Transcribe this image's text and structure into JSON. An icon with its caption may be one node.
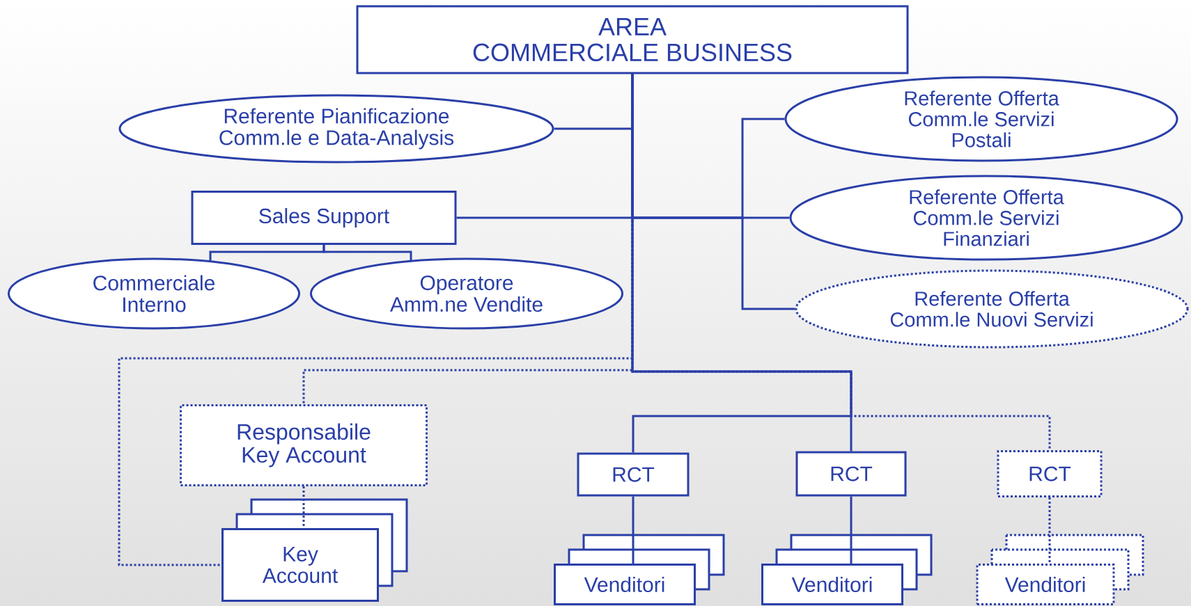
{
  "diagram": {
    "nodes": [
      {
        "text": [
          "AREA",
          "COMMERCIALE BUSINESS"
        ]
      },
      {
        "text": [
          "Referente Pianificazione Comm.le e Data-Analysis"
        ]
      },
      {
        "text": [
          "Sales Support"
        ]
      },
      {
        "text": [
          "Commerciale Interno"
        ]
      },
      {
        "text": [
          "Operatore Amm.ne Vendite"
        ]
      },
      {
        "text": [
          "Referente Offerta Comm.le Servizi Postali"
        ]
      },
      {
        "text": [
          "Referente Offerta Comm.le Servizi Finanziari"
        ]
      },
      {
        "text": [
          "Referente Offerta Comm.le Nuovi Servizi"
        ]
      },
      {
        "text": [
          "Responsabile Key Account"
        ]
      },
      {
        "text": [
          "Key Account"
        ]
      },
      {
        "text": [
          "RCT"
        ]
      },
      {
        "text": [
          "RCT"
        ]
      },
      {
        "text": [
          "RCT"
        ]
      },
      {
        "text": [
          "Venditori"
        ]
      },
      {
        "text": [
          "Venditori"
        ]
      },
      {
        "text": [
          "Venditori"
        ]
      }
    ],
    "edges": [
      {
        "from": 0,
        "to": 1,
        "arrow": "none"
      },
      {
        "from": 0,
        "to": 2,
        "arrow": "none"
      },
      {
        "from": 0,
        "to": 5,
        "arrow": "none"
      },
      {
        "from": 0,
        "to": 6,
        "arrow": "none"
      },
      {
        "from": 0,
        "to": 7,
        "arrow": "none"
      },
      {
        "from": 2,
        "to": 3,
        "arrow": "none"
      },
      {
        "from": 2,
        "to": 4,
        "arrow": "none"
      },
      {
        "from": 0,
        "to": 9,
        "arrow": "none",
        "style": "dashed"
      },
      {
        "from": 0,
        "to": 8,
        "arrow": "none",
        "style": "dashed"
      },
      {
        "from": 8,
        "to": 9,
        "arrow": "none",
        "style": "dashed"
      },
      {
        "from": 0,
        "to": 11,
        "arrow": "none"
      },
      {
        "from": 0,
        "to": 10,
        "arrow": "none"
      },
      {
        "from": 0,
        "to": 12,
        "arrow": "none",
        "style": "dashed"
      },
      {
        "from": 10,
        "to": 13,
        "arrow": "none"
      },
      {
        "from": 11,
        "to": 14,
        "arrow": "none"
      },
      {
        "from": 12,
        "to": 15,
        "arrow": "none",
        "style": "dashed"
      }
    ]
  }
}
